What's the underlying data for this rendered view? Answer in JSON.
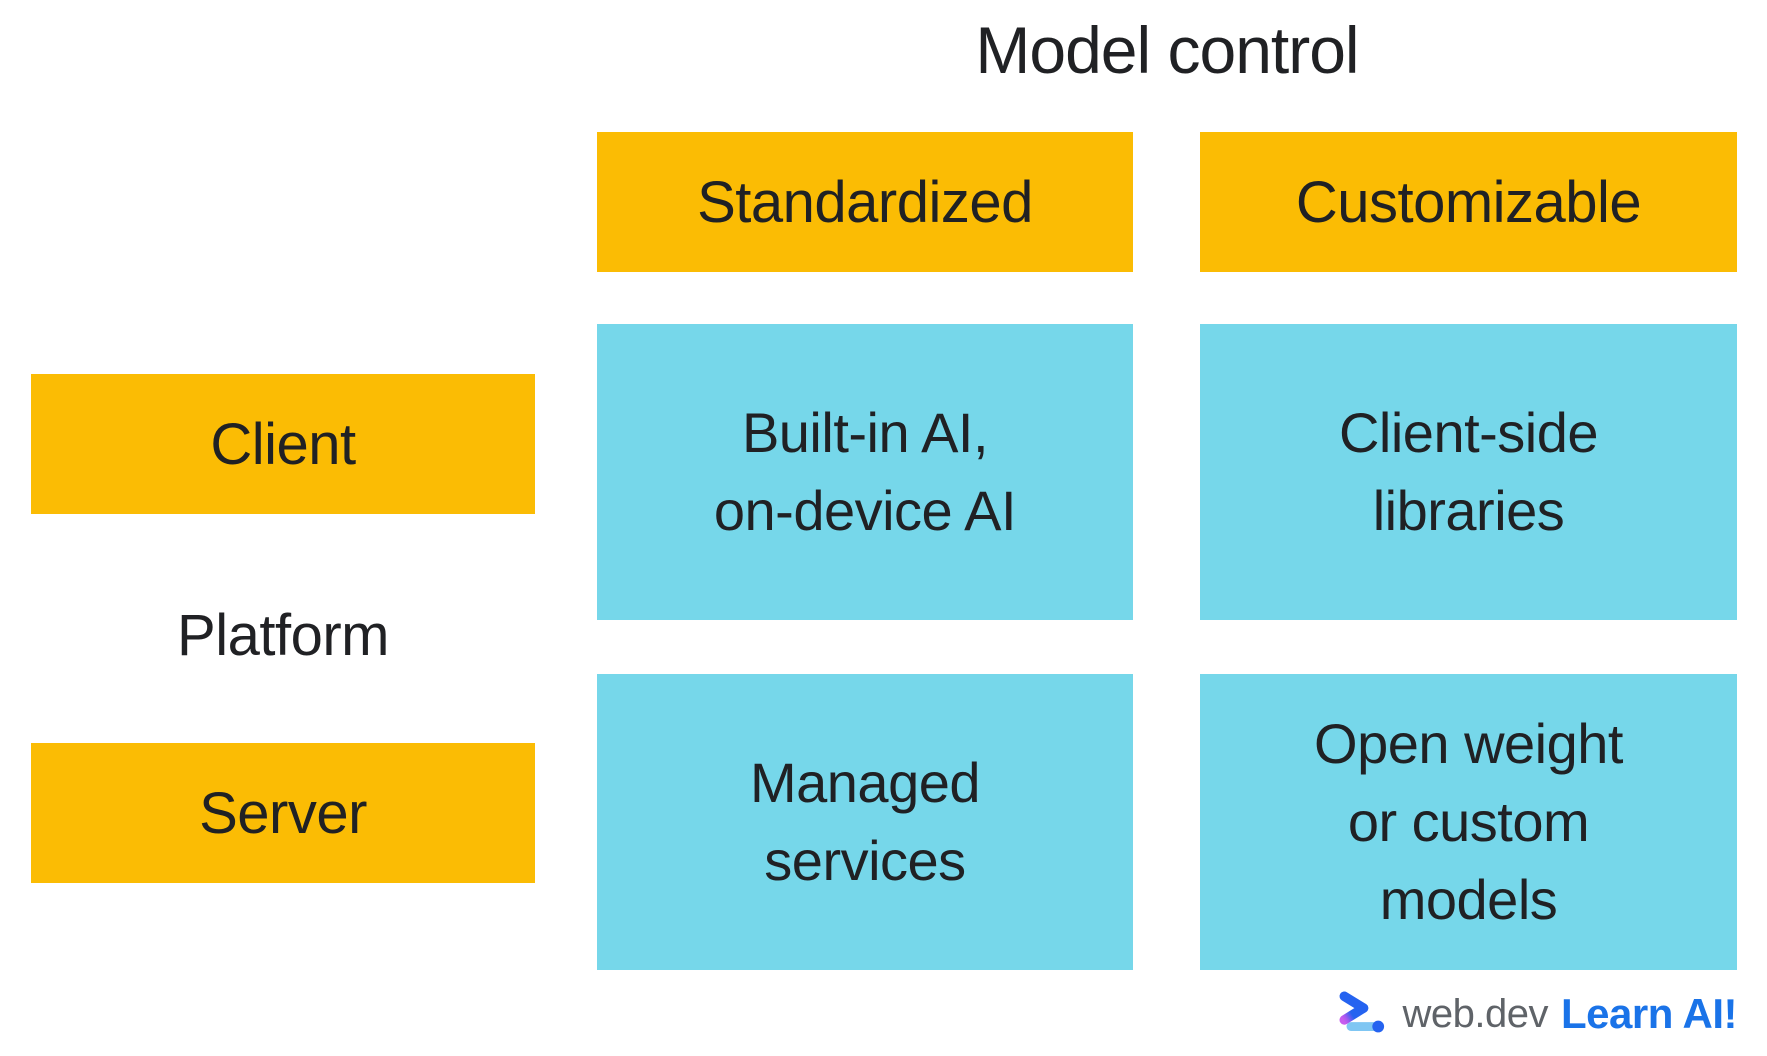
{
  "title": "Model control",
  "matrix": {
    "columns": [
      {
        "label": "Standardized"
      },
      {
        "label": "Customizable"
      }
    ],
    "row_axis_label": "Platform",
    "rows": [
      {
        "label": "Client"
      },
      {
        "label": "Server"
      }
    ],
    "cells": [
      {
        "row": "Client",
        "column": "Standardized",
        "lines": [
          "Built-in AI,",
          "on-device AI"
        ]
      },
      {
        "row": "Client",
        "column": "Customizable",
        "lines": [
          "Client-side",
          "libraries"
        ]
      },
      {
        "row": "Server",
        "column": "Standardized",
        "lines": [
          "Managed",
          "services"
        ]
      },
      {
        "row": "Server",
        "column": "Customizable",
        "lines": [
          "Open weight",
          "or custom",
          "models"
        ]
      }
    ]
  },
  "footer": {
    "logo_icon": "web-dev-logo",
    "brand": "web.dev",
    "cta": "Learn AI!"
  },
  "colors": {
    "header_yellow": "#FBBC04",
    "cell_cyan": "#76D7EA",
    "text_dark": "#202124",
    "brand_gray": "#5F6368",
    "link_blue": "#1A73E8",
    "logo_blue": "#2563F0",
    "logo_purple": "#C75CEE",
    "logo_bar_blue": "#7FC6F3"
  }
}
